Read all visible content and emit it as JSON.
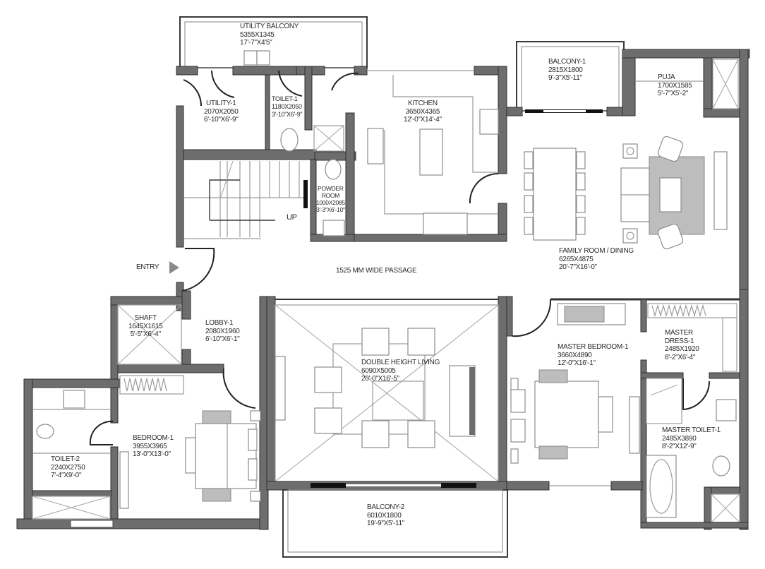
{
  "plan": {
    "type": "residential-floor-plan",
    "wall_color": "#6d6d6d",
    "line_color": "#3a3a3a",
    "furniture_color": "#8c8c8c"
  },
  "rooms": {
    "utility_balcony": {
      "name": "UTILITY BALCONY",
      "mm": "5355X1345",
      "ft": "17'-7\"X4'5\""
    },
    "utility_1": {
      "name": "UTILITY-1",
      "mm": "2070X2050",
      "ft": "6'-10\"X6'-9\""
    },
    "toilet_1": {
      "name": "TOILET-1",
      "mm": "1180X2050",
      "ft": "3'-10\"X6'-9\""
    },
    "powder_room": {
      "name": "POWDER",
      "name2": "ROOM",
      "mm": "1000X2085",
      "ft": "3'-3\"X6'-10\""
    },
    "kitchen": {
      "name": "KITCHEN",
      "mm": "3650X4365",
      "ft": "12'-0\"X14'-4\""
    },
    "balcony_1": {
      "name": "BALCONY-1",
      "mm": "2815X1800",
      "ft": "9'-3\"X5'-11\""
    },
    "puja": {
      "name": "PUJA",
      "mm": "1700X1585",
      "ft": "5'-7\"X5'-2\""
    },
    "family_dining": {
      "name": "FAMILY ROOM / DINING",
      "mm": "6265X4875",
      "ft": "20'-7\"X16'-0\""
    },
    "shaft": {
      "name": "SHAFT",
      "mm": "1645X1615",
      "ft": "5'-5\"X6'-4\""
    },
    "lobby_1": {
      "name": "LOBBY-1",
      "mm": "2080X1960",
      "ft": "6'-10\"X6'-1\""
    },
    "double_height_living": {
      "name": "DOUBLE HEIGHT LIVING",
      "mm": "6090X5005",
      "ft": "20'-0\"X16'-5\""
    },
    "master_bedroom_1": {
      "name": "MASTER BEDROOM-1",
      "mm": "3660X4890",
      "ft": "12'-0\"X16'-1\""
    },
    "master_dress_1": {
      "name": "MASTER",
      "name2": "DRESS-1",
      "mm": "2485X1920",
      "ft": "8'-2\"X6'-4\""
    },
    "master_toilet_1": {
      "name": "MASTER TOILET-1",
      "mm": "2485X3890",
      "ft": "8'-2\"X12'-9\""
    },
    "bedroom_1": {
      "name": "BEDROOM-1",
      "mm": "3955X3965",
      "ft": "13'-0\"X13'-0\""
    },
    "toilet_2": {
      "name": "TOILET-2",
      "mm": "2240X2750",
      "ft": "7'-4\"X9'-0\""
    },
    "balcony_2": {
      "name": "BALCONY-2",
      "mm": "6010X1800",
      "ft": "19'-9\"X5'-11\""
    }
  },
  "annotations": {
    "entry": "ENTRY",
    "stair_up": "UP",
    "passage": "1525 MM WIDE PASSAGE"
  },
  "icons": {
    "entry": "entry-arrow-icon",
    "stairs": "staircase-icon",
    "toilet": "wc-icon",
    "bed": "bed-icon",
    "sofa": "sofa-icon",
    "dining": "dining-table-icon",
    "wardrobe": "wardrobe-icon",
    "bathtub": "bathtub-icon",
    "shaft": "shaft-cross-icon"
  }
}
